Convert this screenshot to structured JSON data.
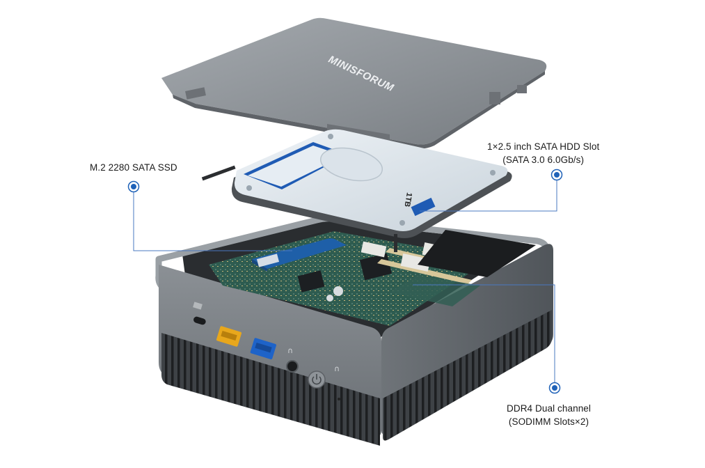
{
  "brand": {
    "lid_logo_text": "MINISFORUM",
    "drive_capacity_text": "1TB"
  },
  "callouts": {
    "ssd": {
      "line1": "M.2 2280 SATA SSD"
    },
    "hdd": {
      "line1": "1×2.5 inch SATA HDD Slot",
      "line2": "(SATA 3.0 6.0Gb/s)"
    },
    "ddr": {
      "line1": "DDR4 Dual channel",
      "line2": "(SODIMM Slots×2)"
    }
  },
  "colors": {
    "callout_dot": "#1f62b8",
    "callout_line": "#4a78c0",
    "lid": "#8f9499",
    "chassis": "#7e8388",
    "pcb": "#2f5f52",
    "usb_a_yellow": "#e8a71c",
    "usb_a_blue": "#1e63c8",
    "hdd_label": "#dfe7ee"
  },
  "icons": [
    "usb-c-port-icon",
    "usb-a-port-icon",
    "audio-jack-icon",
    "power-button-icon",
    "headphone-icon"
  ]
}
